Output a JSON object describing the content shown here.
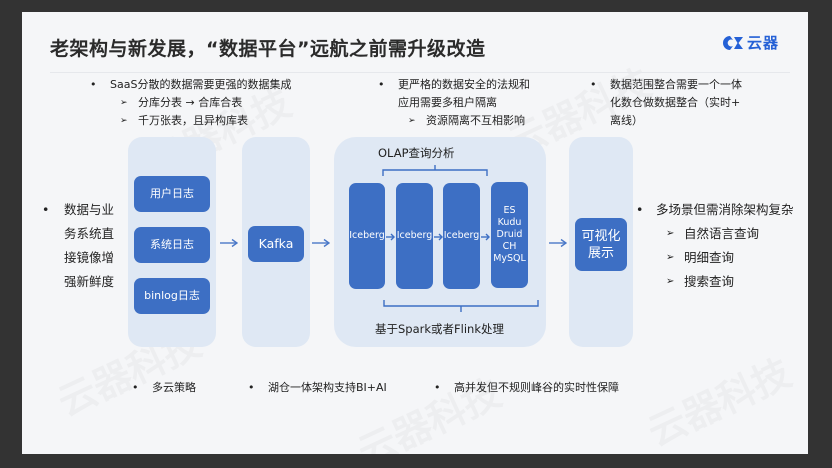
{
  "slide": {
    "title": "老架构与新发展，“数据平台”远航之前需升级改造",
    "logo": {
      "icon": "cloud-logo-icon",
      "text": "云器",
      "color": "#2561d6"
    },
    "watermark": "云器科技"
  },
  "top_notes": [
    {
      "bullet": "•",
      "text": "SaaS分散的数据需要更强的数据集成",
      "subs": [
        "分库分表 → 合库合表",
        "千万张表，且异构库表"
      ]
    },
    {
      "bullet": "•",
      "text_lines": [
        "更严格的数据安全的法规和",
        "应用需要多租户隔离"
      ],
      "subs": [
        "资源隔离不互相影响"
      ]
    },
    {
      "bullet": "•",
      "text_lines": [
        "数据范围整合需要一个一体",
        "化数仓做数据整合（实时+",
        "离线）"
      ]
    }
  ],
  "left_note": {
    "bullet": "•",
    "lines": [
      "数据与业",
      "务系统直",
      "接镜像增",
      "强新鲜度"
    ]
  },
  "sources": [
    "用户日志",
    "系统日志",
    "binlog日志"
  ],
  "queue": "Kafka",
  "lakehouse": {
    "top_label": "OLAP查询分析",
    "stages": [
      "Iceberg",
      "Iceberg",
      "Iceberg"
    ],
    "serving": [
      "ES",
      "Kudu",
      "Druid",
      "CH",
      "MySQL"
    ],
    "bottom_label": "基于Spark或者Flink处理"
  },
  "visualization": [
    "可视化",
    "展示"
  ],
  "right_note": {
    "bullet": "•",
    "text": "多场景但需消除架构复杂",
    "subs": [
      "自然语言查询",
      "明细查询",
      "搜索查询"
    ]
  },
  "bottom_notes": [
    "多云策略",
    "湖仓一体架构支持BI+AI",
    "高并发但不规则峰谷的实时性保障"
  ],
  "sub_marker": "➢",
  "colors": {
    "box": "#3d6fc4",
    "panel": "#dfe8f4",
    "accent": "#2561d6",
    "arrow": "#4a78c8"
  }
}
